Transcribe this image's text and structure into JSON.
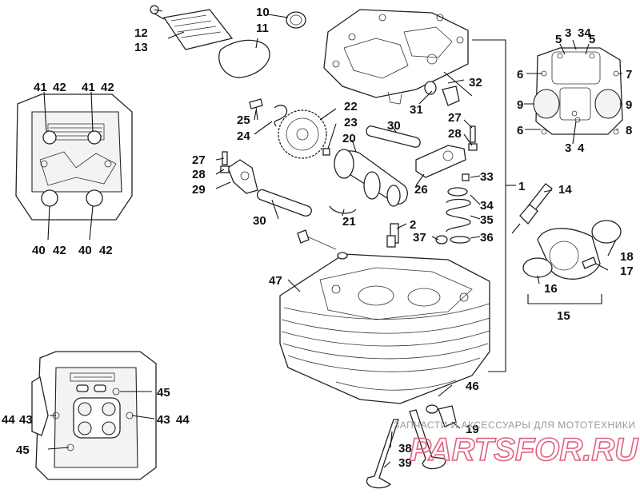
{
  "diagram": {
    "labels": {
      "n1": "1",
      "n2": "2",
      "n10": "10",
      "n11": "11",
      "n12": "12",
      "n13": "13",
      "n14": "14",
      "n15": "15",
      "n16": "16",
      "n17": "17",
      "n18": "18",
      "n19": "19",
      "n20": "20",
      "n21": "21",
      "n22": "22",
      "n23": "23",
      "n24": "24",
      "n25": "25",
      "n26": "26",
      "n27a": "27",
      "n27b": "27",
      "n28a": "28",
      "n28b": "28",
      "n29": "29",
      "n30a": "30",
      "n30b": "30",
      "n31": "31",
      "n32": "32",
      "n33": "33",
      "n34a": "34",
      "n35": "35",
      "n36": "36",
      "n37": "37",
      "n38": "38",
      "n39": "39",
      "n46": "46",
      "n47": "47",
      "c34top": "34",
      "c5a": "5",
      "c5b": "5",
      "c3top": "3",
      "c6a": "6",
      "c6b": "6",
      "c7": "7",
      "c8": "8",
      "c9a": "9",
      "c9b": "9",
      "c3bot": "3",
      "c34bot": "4",
      "tl41a": "41",
      "tl42a": "42",
      "tl41b": "41",
      "tl42b": "42",
      "tl40a": "40",
      "tl42c": "42",
      "tl40b": "40",
      "tl42d": "42",
      "bl45a": "45",
      "bl44a": "44",
      "bl43a": "43",
      "bl43b": "43",
      "bl44b": "44",
      "bl45b": "45"
    }
  },
  "watermark": {
    "tagline": "ЗАПЧАСТИ И АКСЕССУАРЫ ДЛЯ МОТОТЕХНИКИ",
    "logo": "PARTSFOR.RU"
  }
}
